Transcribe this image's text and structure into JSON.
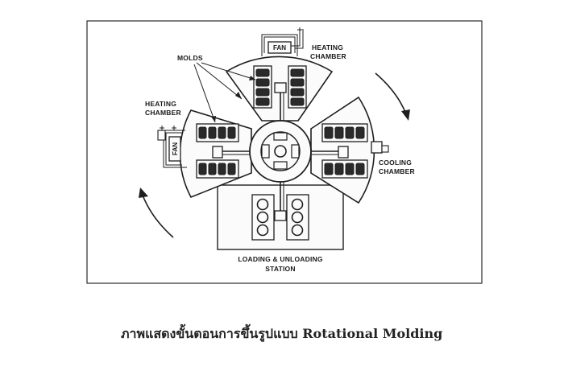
{
  "labels": {
    "molds": "MOLDS",
    "heating_top_1": "HEATING",
    "heating_top_2": "CHAMBER",
    "heating_left_1": "HEATING",
    "heating_left_2": "CHAMBER",
    "cooling_1": "COOLING",
    "cooling_2": "CHAMBER",
    "loading_1": "LOADING & UNLOADING",
    "loading_2": "STATION",
    "fan_top": "FAN",
    "fan_left": "FAN"
  },
  "caption": "ภาพแสดงขั้นตอนการขึ้นรูปแบบ Rotational Molding"
}
